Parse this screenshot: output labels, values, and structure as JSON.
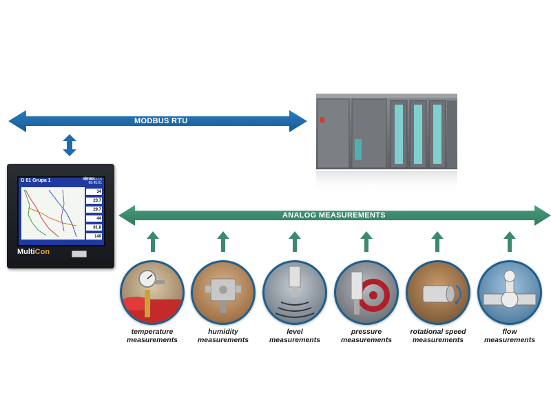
{
  "diagram": {
    "modbus_label": "MODBUS RTU",
    "analog_label": "ANALOG MEASUREMENTS",
    "colors": {
      "modbus": "#1e6aaa",
      "analog": "#3c8a6e",
      "sensor_border": "#1d5e8e"
    }
  },
  "controller": {
    "brand_part1": "Multi",
    "brand_part2": "Con",
    "logo": "simex",
    "screen_title": "G 01   Grupa 1",
    "screen_date": "2011-03-16",
    "screen_time": "08:45:01",
    "values": [
      "34",
      "23.7",
      "29.7",
      "44",
      "81.8",
      "149"
    ]
  },
  "sensors": [
    {
      "line1": "temperature",
      "line2": "measurements",
      "icon": "thermometer-icon"
    },
    {
      "line1": "humidity",
      "line2": "measurements",
      "icon": "humidity-sensor-icon"
    },
    {
      "line1": "level",
      "line2": "measurements",
      "icon": "level-sensor-icon"
    },
    {
      "line1": "pressure",
      "line2": "measurements",
      "icon": "pressure-gauge-icon"
    },
    {
      "line1": "rotational speed",
      "line2": "measurements",
      "icon": "rotation-sensor-icon"
    },
    {
      "line1": "flow",
      "line2": "measurements",
      "icon": "flow-meter-icon"
    }
  ]
}
